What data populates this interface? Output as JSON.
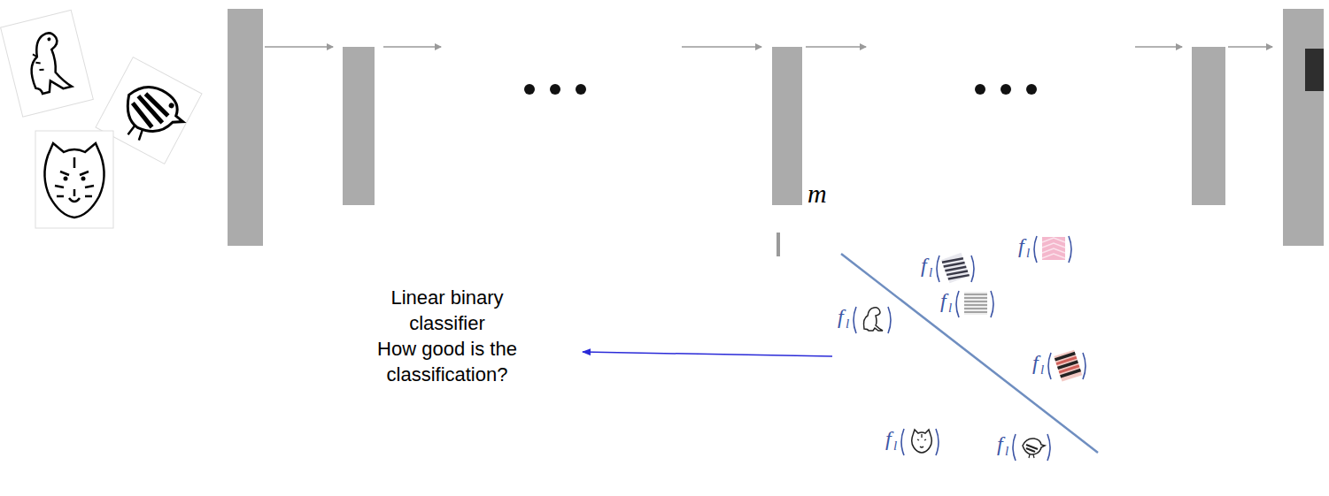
{
  "diagram": {
    "labels": [
      "m",
      "Linear binary classifier",
      "How good is the classification?",
      "f",
      "l",
      "f",
      "l",
      "f",
      "l",
      "f",
      "l",
      "f",
      "l",
      "f",
      "l",
      "f",
      "l"
    ]
  }
}
